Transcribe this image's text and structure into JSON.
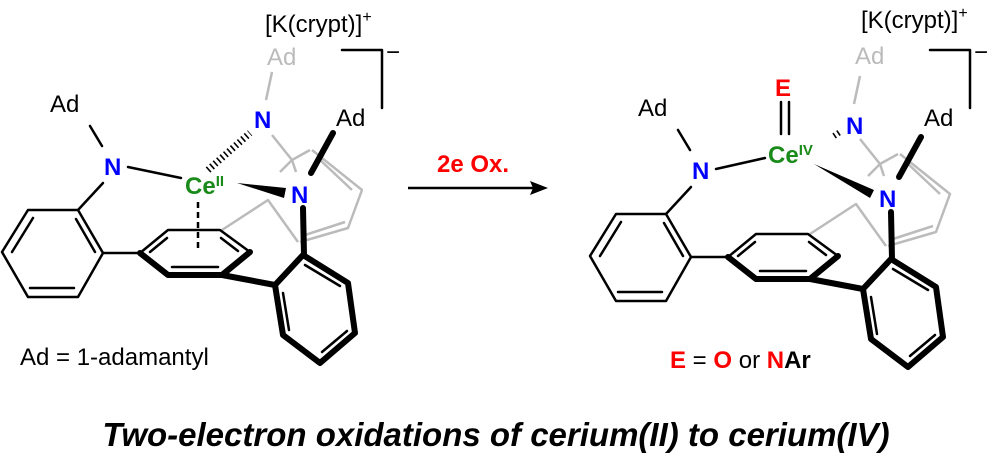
{
  "left": {
    "counterion": "[K(crypt)]",
    "counterion_charge": "+",
    "complex_charge": "−",
    "ad_label": "Ad",
    "n_label": "N",
    "metal": "Ce",
    "oxidation_state": "II",
    "legend": "Ad = 1-adamantyl"
  },
  "arrow": {
    "label": "2e Ox."
  },
  "right": {
    "counterion": "[K(crypt)]",
    "counterion_charge": "+",
    "complex_charge": "−",
    "ad_label": "Ad",
    "n_label": "N",
    "metal": "Ce",
    "oxidation_state": "IV",
    "e_label": "E",
    "legend": {
      "e": "E",
      "eq": " = ",
      "o": "O",
      "or": " or ",
      "n": "N",
      "ar": "Ar"
    }
  },
  "title": "Two-electron oxidations of cerium(II) to cerium(IV)",
  "colors": {
    "nitrogen": "#0000ff",
    "cerium": "#1a8a1a",
    "red": "#ff0000",
    "gray": "#bbbbbb"
  }
}
